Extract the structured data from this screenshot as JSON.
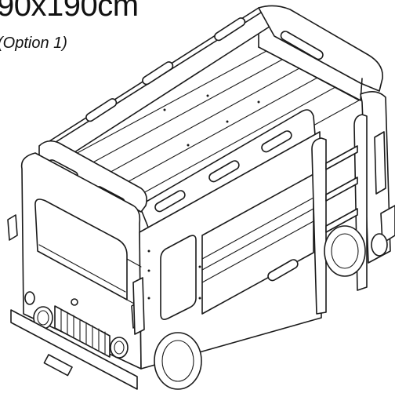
{
  "caption": {
    "size": "90x190cm",
    "option": "(Option 1)"
  },
  "colors": {
    "line": "#1a1a1a",
    "background": "#ffffff"
  },
  "figure": {
    "subject": "bus-shaped-bunk-bed-line-drawing"
  }
}
